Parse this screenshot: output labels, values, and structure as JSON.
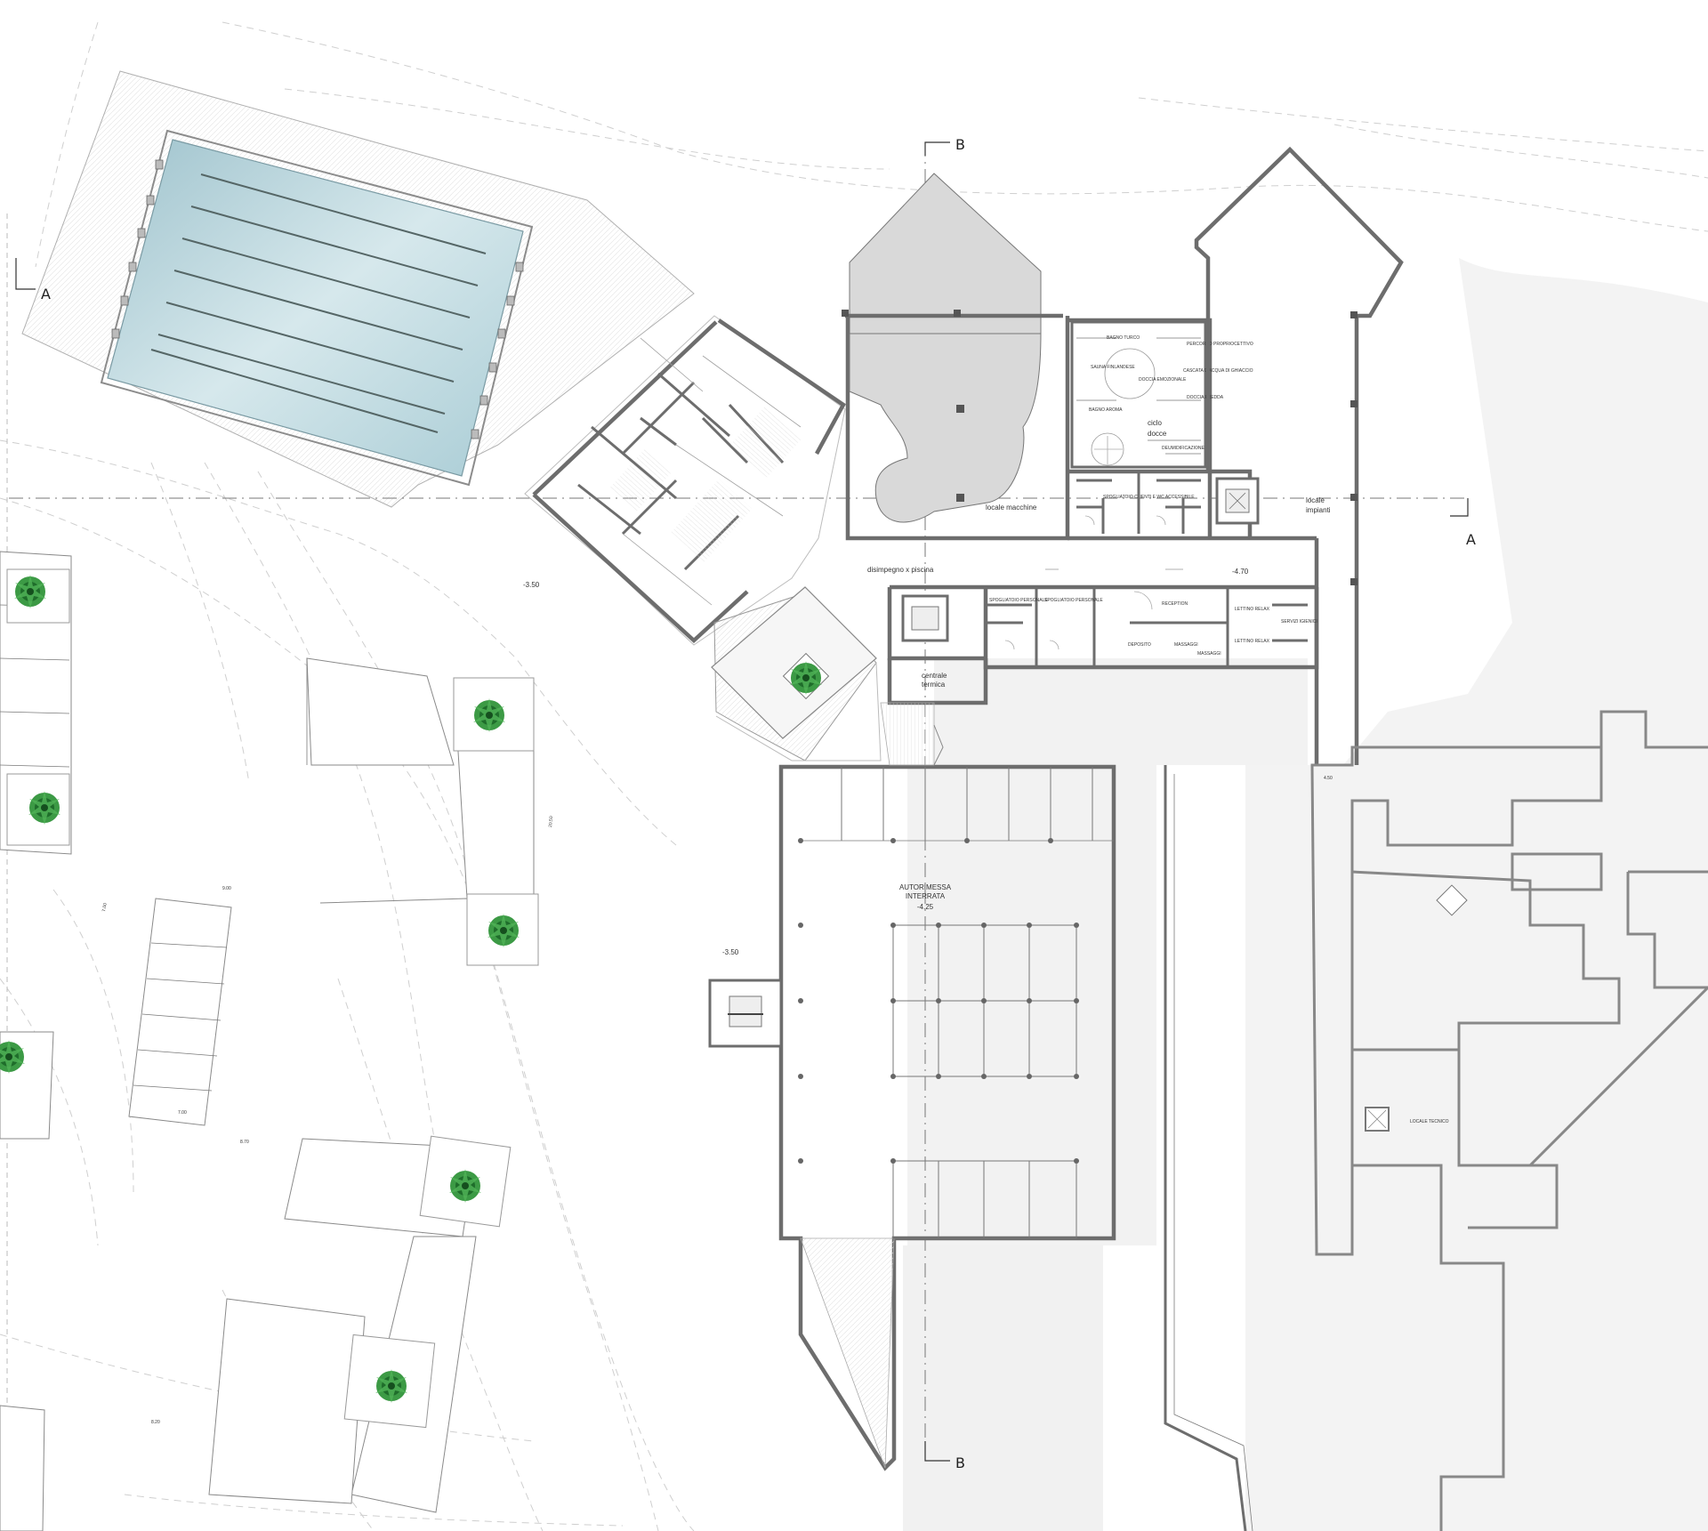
{
  "drawing": {
    "type": "architectural site plan",
    "section_marks": {
      "a_left": "A",
      "a_right": "A",
      "b_top": "B",
      "b_bottom": "B"
    },
    "levels": {
      "level_left": "-3.50",
      "level_lower": "-3.50",
      "level_corridor": "-4.70"
    },
    "room_labels": {
      "locale_macchine": "locale macchine",
      "locale_impianti_1": "locale",
      "locale_impianti_2": "impianti",
      "disimpegno": "disimpegno x piscina",
      "centrale_1": "centrale",
      "centrale_2": "termica",
      "ciclo_1": "ciclo",
      "ciclo_2": "docce",
      "autorimessa_1": "AUTORIMESSA",
      "autorimessa_2": "INTERRATA",
      "autorimessa_level": "-4.25"
    },
    "wellness_labels": {
      "bagno_turco": "BAGNO TURCO",
      "sauna": "SAUNA FINLANDESE",
      "doccia": "DOCCIA EMOZIONALE",
      "bagno_aroma": "BAGNO AROMA",
      "percorso": "PERCORSO PROPRIOCETTIVO",
      "cascata": "CASCATA D'ACQUA DI GHIACCIO",
      "doccia_fredda": "DOCCIA FREDDA",
      "deumidificazione": "DEUMIDIFICAZIONE",
      "spogliatoio_clienti": "SPOGLIATOIO CLIENTI E WC ACCESSIBILE"
    },
    "service_labels": {
      "spogliatoio_personale_1": "SPOGLIATOIO PERSONALE",
      "spogliatoio_personale_2": "SPOGLIATOIO PERSONALE",
      "reception": "RECEPTION",
      "lettino_1": "LETTINO RELAX",
      "lettino_2": "LETTINO RELAX",
      "massaggi": "MASSAGGI",
      "massaggi_2": "MASSAGGI",
      "deposito": "DEPOSITO",
      "servizi": "SERVIZI IGIENICI"
    },
    "dimension_labels": {
      "dim_1": "9.00",
      "dim_2": "7.00",
      "dim_3": "8.70",
      "dim_4": "7.00",
      "dim_5": "8.20",
      "dim_6": "20.50",
      "dim_7": "4.50",
      "dim_8": "LOCALE TECNICO"
    }
  },
  "colors": {
    "pool_water": "#b9d6dd",
    "tree_green": "#2e8b3a",
    "wall_grey": "#6d6d6d",
    "hatch_grey": "#d9d9d9"
  }
}
